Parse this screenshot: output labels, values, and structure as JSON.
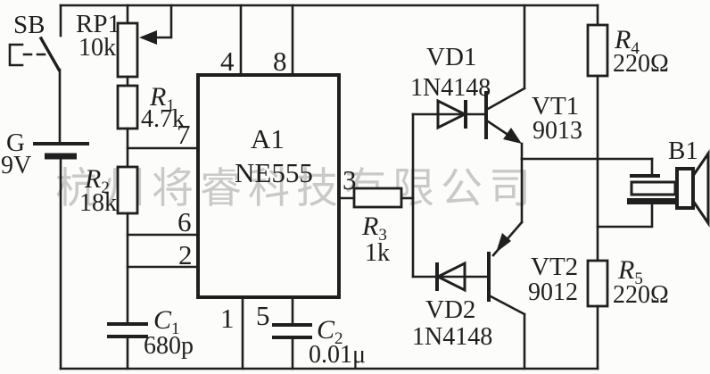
{
  "watermark": "杭州将睿科技有限公司",
  "power": {
    "switch_label": "SB",
    "battery_label": "G",
    "battery_value": "9V"
  },
  "ic": {
    "label": "A1",
    "part": "NE555",
    "pin1": "1",
    "pin2": "2",
    "pin3": "3",
    "pin4": "4",
    "pin5": "5",
    "pin6": "6",
    "pin7": "7",
    "pin8": "8"
  },
  "resistors": {
    "rp1": {
      "name": "RP1",
      "value": "10k"
    },
    "r1": {
      "name": "R",
      "sub": "1",
      "value": "4.7k"
    },
    "r2": {
      "name": "R",
      "sub": "2",
      "value": "18k"
    },
    "r3": {
      "name": "R",
      "sub": "3",
      "value": "1k"
    },
    "r4": {
      "name": "R",
      "sub": "4",
      "value": "220Ω"
    },
    "r5": {
      "name": "R",
      "sub": "5",
      "value": "220Ω"
    }
  },
  "capacitors": {
    "c1": {
      "name": "C",
      "sub": "1",
      "value": "680p"
    },
    "c2": {
      "name": "C",
      "sub": "2",
      "value": "0.01μ"
    }
  },
  "diodes": {
    "vd1": {
      "name": "VD1",
      "part": "1N4148"
    },
    "vd2": {
      "name": "VD2",
      "part": "1N4148"
    }
  },
  "transistors": {
    "vt1": {
      "name": "VT1",
      "part": "9013"
    },
    "vt2": {
      "name": "VT2",
      "part": "9012"
    }
  },
  "speaker": {
    "name": "B1"
  },
  "colors": {
    "line": "#1f1f1f",
    "background": "#fcfcfa",
    "watermark": "#c7c7c5"
  }
}
